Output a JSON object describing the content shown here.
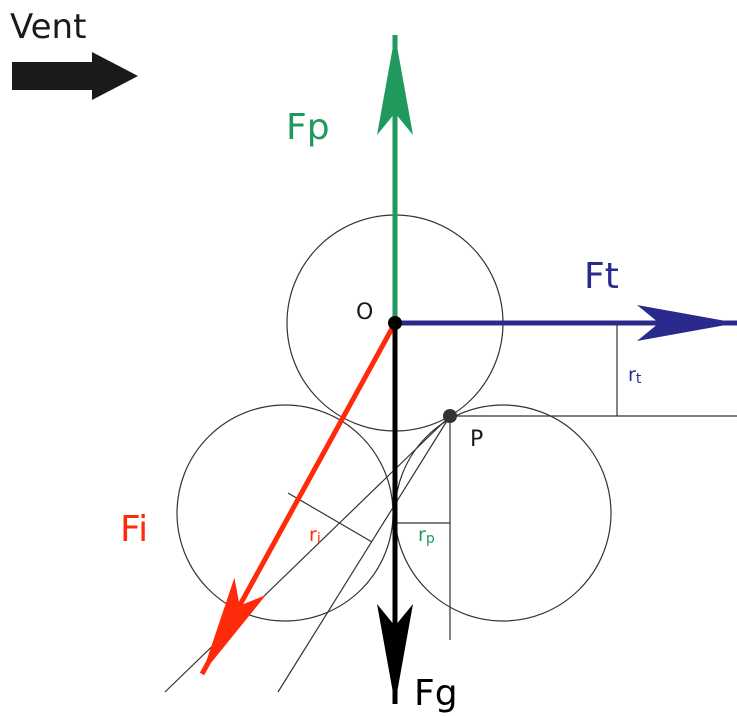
{
  "wind": {
    "label": "Vent",
    "arrow_icon": "right-arrow-icon"
  },
  "forces": {
    "pressure": {
      "label": "Fp",
      "color": "#1f9a5c"
    },
    "drag": {
      "label": "Ft",
      "color": "#2a2a8c"
    },
    "inertia": {
      "label": "Fi",
      "color": "#ff2a0a"
    },
    "gravity": {
      "label": "Fg",
      "color": "#000000"
    }
  },
  "points": {
    "origin": {
      "label": "O"
    },
    "pivot": {
      "label": "P"
    }
  },
  "radii": {
    "rt": {
      "main": "r",
      "sub": "t",
      "color": "#2a2a8c"
    },
    "ri": {
      "main": "r",
      "sub": "i",
      "color": "#ff2a0a"
    },
    "rp": {
      "main": "r",
      "sub": "p",
      "color": "#1f9a5c"
    }
  },
  "colors": {
    "outline": "#333333",
    "wind_arrow": "#1a1a1a"
  }
}
